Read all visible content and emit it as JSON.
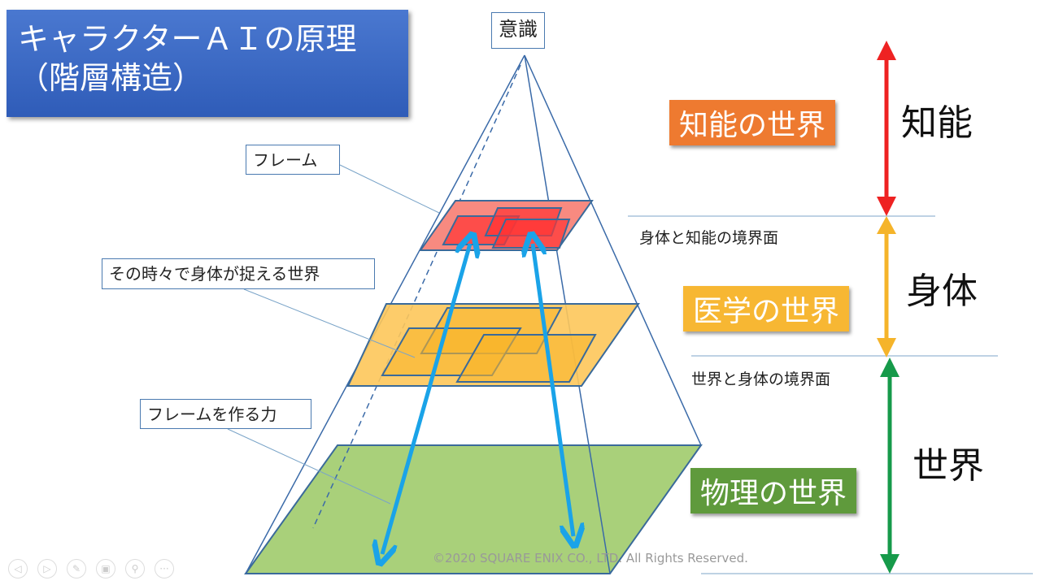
{
  "title": {
    "line1": "キャラクターＡＩの原理",
    "line2": "（階層構造）"
  },
  "apex_label": "意識",
  "callouts": {
    "frame": "フレーム",
    "world_captured": "その時々で身体が捉える世界",
    "frame_power": "フレームを作る力"
  },
  "layers": {
    "intelligence": "知能の世界",
    "medical": "医学の世界",
    "physical": "物理の世界"
  },
  "right_labels": {
    "intelligence": "知能",
    "body": "身体",
    "world": "世界"
  },
  "boundaries": {
    "body_intel": "身体と知能の境界面",
    "world_body": "世界と身体の境界面"
  },
  "copyright": "©2020 SQUARE ENIX CO., LTD. All Rights Reserved.",
  "colors": {
    "intel": "#ee7a30",
    "medical": "#f7b733",
    "physical": "#5f9a3c",
    "arrow": "#1aa3e8"
  },
  "toolbar": [
    "◁",
    "▷",
    "✎",
    "▣",
    "⚲",
    "···"
  ]
}
